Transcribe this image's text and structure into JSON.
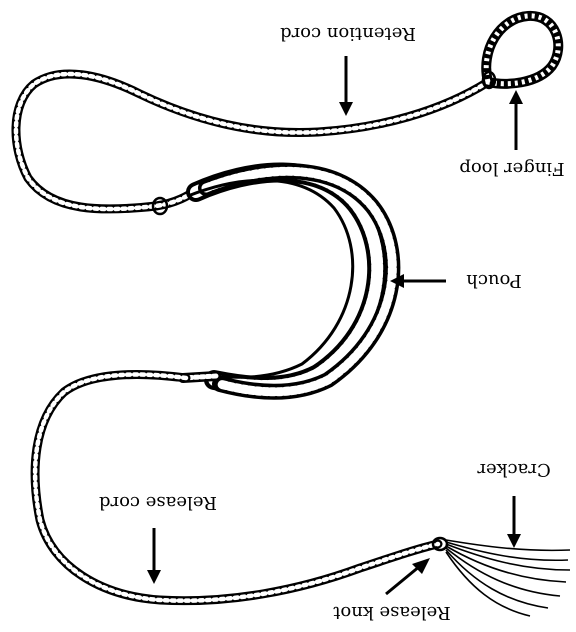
{
  "orientation": "rotated-180",
  "labels": {
    "retention_cord": "Retention cord",
    "finger_loop": "Finger loop",
    "pouch": "Pouch",
    "cracker": "Cracker",
    "release_cord": "Release cord",
    "release_knot": "Release knot"
  },
  "colors": {
    "ink": "#000000",
    "background": "#ffffff"
  }
}
